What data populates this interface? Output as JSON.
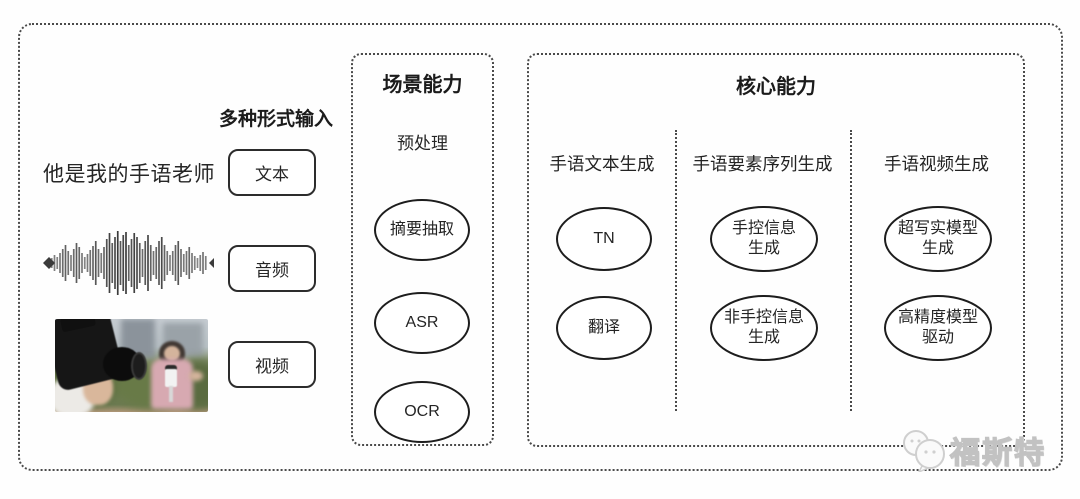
{
  "input_section": {
    "title": "多种形式输入",
    "sample_text": "他是我的手语老师",
    "items": [
      {
        "label": "文本"
      },
      {
        "label": "音频"
      },
      {
        "label": "视频"
      }
    ],
    "media": {
      "waveform_icon": "audio-waveform",
      "photo_description": "摄像机拍摄记者采访画面"
    }
  },
  "scene_section": {
    "title": "场景能力",
    "subtitle": "预处理",
    "nodes": [
      "摘要抽取",
      "ASR",
      "OCR"
    ]
  },
  "core_section": {
    "title": "核心能力",
    "columns": [
      {
        "header": "手语文本生成",
        "nodes": [
          "TN",
          "翻译"
        ]
      },
      {
        "header": "手语要素序列生成",
        "nodes": [
          "手控信息\n生成",
          "非手控信息\n生成"
        ]
      },
      {
        "header": "手语视频生成",
        "nodes": [
          "超写实模型\n生成",
          "高精度模型\n驱动"
        ]
      }
    ]
  },
  "watermark": {
    "text": "福斯特",
    "icon": "chat-bubbles-logo"
  },
  "colors": {
    "line": "#4a4a4a",
    "node_border": "#1d1d1d",
    "text": "#242424",
    "watermark": "#c2c2c2",
    "background": "#fefefe"
  }
}
